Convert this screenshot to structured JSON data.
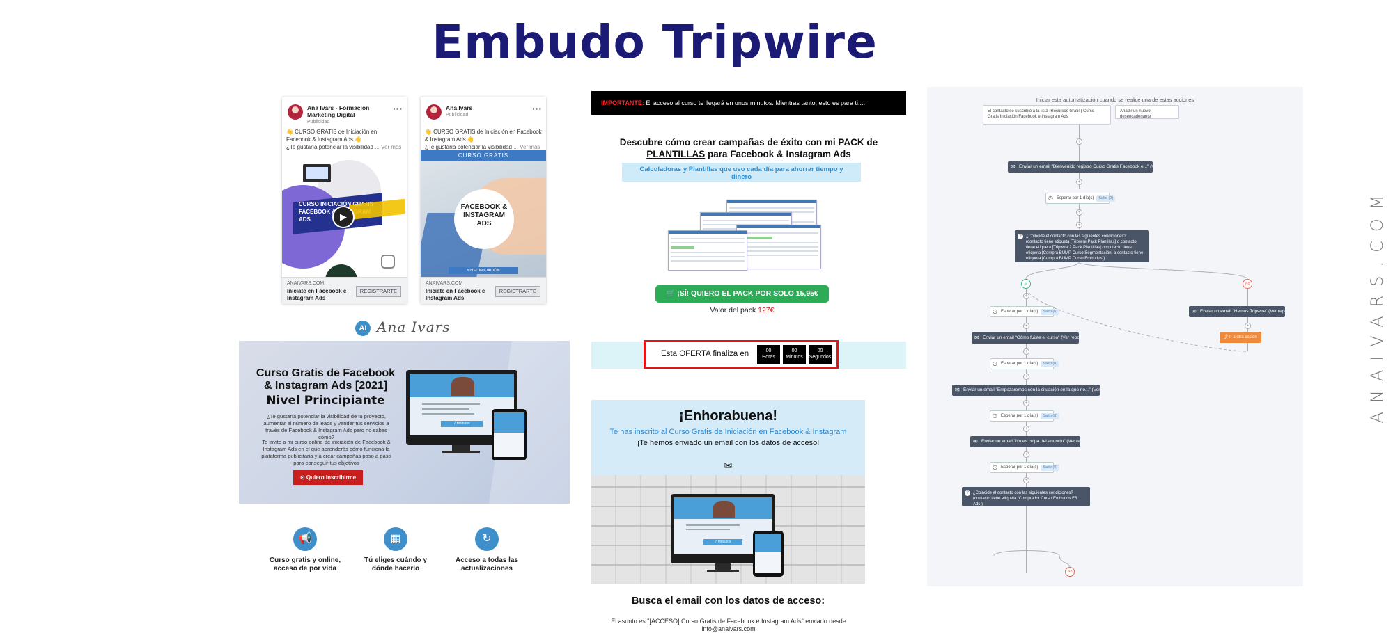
{
  "title": "Embudo Tripwire",
  "watermark": "ANAIVARS.COM",
  "ads": [
    {
      "page_name": "Ana Ivars - Formación Marketing Digital",
      "sponsored": "Publicidad",
      "text_line1": "👋 CURSO GRATIS de Iniciación en Facebook & Instagram Ads 👋",
      "text_line2": "¿Te gustaría potenciar la visibilidad",
      "more": "... Ver más",
      "image_label": "CURSO INICIACIÓN GRATIS FACEBOOK & INSTAGRAM ADS",
      "domain": "ANAIVARS.COM",
      "cta_text": "Iniciate en Facebook e Instagram Ads",
      "button": "REGISTRARTE"
    },
    {
      "page_name": "Ana Ivars",
      "sponsored": "Publicidad",
      "text_line1": "👋 CURSO GRATIS de Iniciación en Facebook & Instagram Ads 👋",
      "text_line2": "¿Te gustaría potenciar la visibilidad",
      "more": "... Ver más",
      "banner_top": "CURSO GRATIS",
      "image_label": "FACEBOOK & INSTAGRAM ADS",
      "banner_bottom": "NIVEL INICIACIÓN",
      "domain": "ANAIVARS.COM",
      "cta_text": "Iniciate en Facebook e Instagram Ads",
      "button": "REGISTRARTE"
    }
  ],
  "landing": {
    "logo_mark": "AI",
    "logo_text": "Ana Ivars",
    "title": "Curso Gratis de Facebook & Instagram Ads [2021]",
    "subtitle": "Nivel Principiante",
    "p1": "¿Te gustaría potenciar la visibilidad de tu proyecto, aumentar el número de leads y vender tus servicios a través de Facebook & Instagram Ads pero no sabes cómo?",
    "p2": "Te invito a mi curso online de iniciación de Facebook & Instagram Ads en el que aprenderás cómo funciona la plataforma publicitaria y a crear campañas paso a paso para conseguir tus objetivos",
    "button": "Quiero Inscribirme",
    "features": [
      {
        "icon": "megaphone-icon",
        "glyph": "📢",
        "label1": "Curso gratis y online,",
        "label2": "acceso de por vida"
      },
      {
        "icon": "calendar-icon",
        "glyph": "▦",
        "label1": "Tú eliges cuándo y",
        "label2": "dónde hacerlo"
      },
      {
        "icon": "refresh-icon",
        "glyph": "↻",
        "label1": "Acceso a todas las",
        "label2": "actualizaciones"
      }
    ]
  },
  "sales": {
    "top_important": "IMPORTANTE:",
    "top_rest": " El acceso al curso te llegará en unos minutos. Mientras tanto, esto es para ti....",
    "headline1": "Descubre cómo crear campañas de éxito con mi PACK de",
    "headline2a": "PLANTILLAS",
    "headline2b": " para Facebook & Instagram Ads",
    "pill": "Calculadoras y Plantillas que uso cada día para ahorrar tiempo y dinero",
    "buy_button": "¡SÍ! QUIERO EL PACK POR SOLO 15,95€",
    "value_label": "Valor del pack",
    "value_old": "127€",
    "offer_label": "Esta OFERTA finaliza en",
    "countdown": [
      {
        "num": "00",
        "unit": "Horas"
      },
      {
        "num": "00",
        "unit": "Minutos"
      },
      {
        "num": "00",
        "unit": "Segundos"
      }
    ]
  },
  "thanks": {
    "heading": "¡Enhorabuena!",
    "subscribed": "Te has inscrito al Curso Gratis de Iniciación en Facebook & Instagram",
    "sent": "¡Te hemos enviado un email con los datos de acceso!",
    "search_title": "Busca el email con los datos de acceso:",
    "search_desc": "El asunto es \"[ACCESO] Curso Gratis de Facebook e Instagram Ads\" enviado desde info@anaivars.com",
    "monitor_label": "7 Módulos"
  },
  "automation": {
    "header": "Iniciar esta automatización cuando se realice una de estas acciones",
    "trigger1": "El contacto se suscribió a la lista (Recursos Gratis) Curso Gratis Iniciación Facebook e Instagram Ads",
    "trigger2": "Añadir un nuevo desencadenante",
    "email1": "Enviar un email \"Bienvenido registro Curso Gratis Facebook e...\" (Ver reportes)",
    "wait1": "Esperar por 1 día(s)",
    "cond1": "¿Coincide el contacto con las siguientes condiciones? (contacto tiene etiqueta [Tripwire Pack Plantillas] o contacto tiene etiqueta [Tripwire 2 Pack Plantillas] o contacto tiene etiqueta [Compra BUMP Curso Segmentación] o contacto tiene etiqueta [Compra BUMP Curso Embudos])",
    "yes": "Sí",
    "no": "No",
    "wait2": "Esperar por 1 día(s)",
    "email_no": "Enviar un email \"Hemos Tripwire\" (Ver reportes)",
    "goto": "Ir a otra acción",
    "email2": "Enviar un email \"Cómo fuiste el curso\" (Ver reportes)",
    "wait3": "Esperar por 1 día(s)",
    "email3": "Enviar un email \"Empezaremos con la situación en la que no...\" (Ver reportes)",
    "wait4": "Esperar por 1 día(s)",
    "email4": "Enviar un email \"No es culpa del anuncio\" (Ver reportes)",
    "wait5": "Esperar por 1 día(s)",
    "cond2": "¿Coincide el contacto con las siguientes condiciones? (contacto tiene etiqueta [Comprador Curso Embudos FB Ads])",
    "wait_tag": "Salto (0)"
  }
}
